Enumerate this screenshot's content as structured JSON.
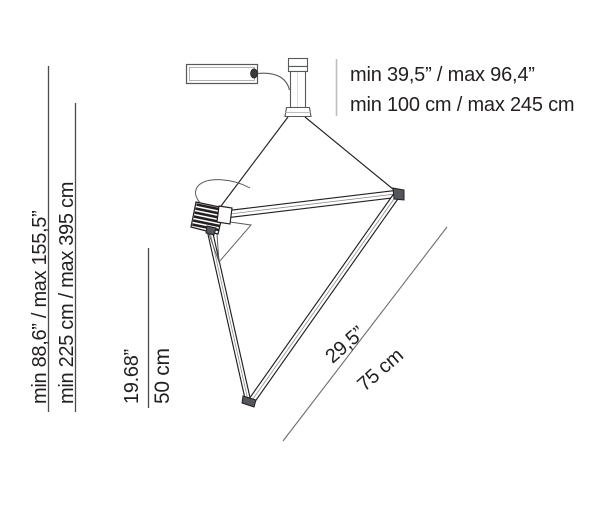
{
  "drawing": {
    "title": "Pendant lamp dimensional drawing",
    "line_color": "#231f20",
    "thin_line_color": "#58595b",
    "divider_color": "#bcbec0",
    "fin_color": "#231f20"
  },
  "dimensions": {
    "suspension_drop": {
      "inch": "min 88,6” / max 155,5”",
      "cm": "min 225 cm / max 395 cm"
    },
    "cable_length": {
      "inch": "min 39,5” / max 96,4”",
      "cm": "min 100 cm / max 245 cm"
    },
    "body_height": {
      "inch": "19.68”",
      "cm": "50 cm"
    },
    "diagonal": {
      "inch": "29,5”",
      "cm": "75 cm"
    }
  },
  "parts": {
    "driver_box": "power-supply-box",
    "stem": "ceiling-stem",
    "led_head": "finned-led-head",
    "frame": "triangular-rod-frame"
  }
}
